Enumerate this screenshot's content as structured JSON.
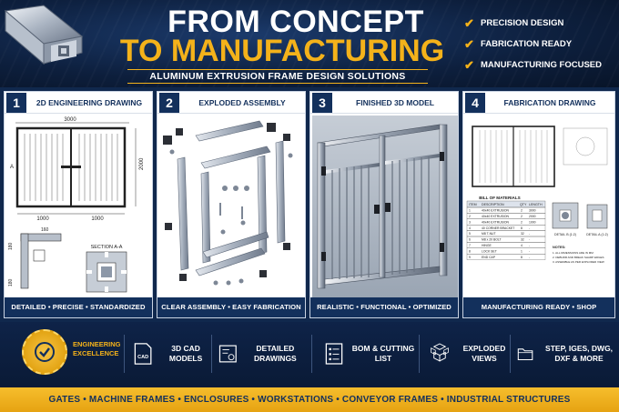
{
  "header": {
    "title_line1": "FROM CONCEPT",
    "title_line2": "TO MANUFACTURING",
    "subtitle": "ALUMINUM EXTRUSION FRAME DESIGN SOLUTIONS",
    "checks": [
      "PRECISION DESIGN",
      "FABRICATION READY",
      "MANUFACTURING FOCUSED"
    ]
  },
  "panels": [
    {
      "number": "1",
      "title": "2D ENGINEERING DRAWING",
      "footer": "DETAILED • PRECISE • STANDARDIZED",
      "dims": {
        "top": "3000",
        "side": "2000",
        "bottom_left": "1000",
        "bottom_right": "1000",
        "section": "SECTION A-A",
        "a_label": "A",
        "d1": "180",
        "d2": "160",
        "d3": "180"
      }
    },
    {
      "number": "2",
      "title": "EXPLODED ASSEMBLY",
      "footer": "CLEAR ASSEMBLY • EASY FABRICATION"
    },
    {
      "number": "3",
      "title": "FINISHED 3D MODEL",
      "footer": "REALISTIC • FUNCTIONAL • OPTIMIZED"
    },
    {
      "number": "4",
      "title": "FABRICATION DRAWING",
      "footer": "MANUFACTURING READY • SHOP APPROVED",
      "bom_title": "BILL OF MATERIALS",
      "bom_headers": [
        "ITEM",
        "DESCRIPTION",
        "QTY",
        "LENGTH"
      ],
      "bom_rows": [
        [
          "1",
          "40x40 EXTRUSION",
          "2",
          "3000"
        ],
        [
          "2",
          "40x40 EXTRUSION",
          "2",
          "2000"
        ],
        [
          "3",
          "40x40 EXTRUSION",
          "2",
          "1000"
        ],
        [
          "4",
          "40 CORNER BRACKET",
          "8",
          "-"
        ],
        [
          "5",
          "M8 T-NUT",
          "32",
          "-"
        ],
        [
          "6",
          "M8 x 20 BOLT",
          "32",
          "-"
        ],
        [
          "7",
          "HINGE",
          "4",
          "-"
        ],
        [
          "8",
          "LOCK SET",
          "1",
          "-"
        ],
        [
          "9",
          "END CAP",
          "8",
          "-"
        ]
      ],
      "notes_title": "NOTES:",
      "notes": [
        "1. ALL DIMENSIONS ARE IN MM",
        "2. DEBURR AND BREAK SHARP EDGES",
        "3. ASSEMBLE AS PER EXPLODED VIEW"
      ],
      "detail_b": "DETAIL B (1:2)",
      "detail_a": "DETAIL A (1:2)"
    }
  ],
  "badge": {
    "text": "ENGINEERING EXCELLENCE"
  },
  "features": [
    {
      "icon": "cad-file-icon",
      "label": "3D CAD MODELS"
    },
    {
      "icon": "blueprint-icon",
      "label": "DETAILED DRAWINGS"
    },
    {
      "icon": "bom-list-icon",
      "label": "BOM & CUTTING LIST"
    },
    {
      "icon": "exploded-cubes-icon",
      "label": "EXPLODED VIEWS"
    },
    {
      "icon": "folder-icon",
      "label": "STEP, IGES, DWG, DXF & MORE"
    }
  ],
  "cad_icon_text": "CAD",
  "bottom_bar": "GATES  •  MACHINE FRAMES  •  ENCLOSURES  •  WORKSTATIONS  •  CONVEYOR FRAMES  •  INDUSTRIAL STRUCTURES",
  "colors": {
    "navy": "#13305c",
    "gold": "#f4b21a",
    "background": "#0b1a33"
  }
}
